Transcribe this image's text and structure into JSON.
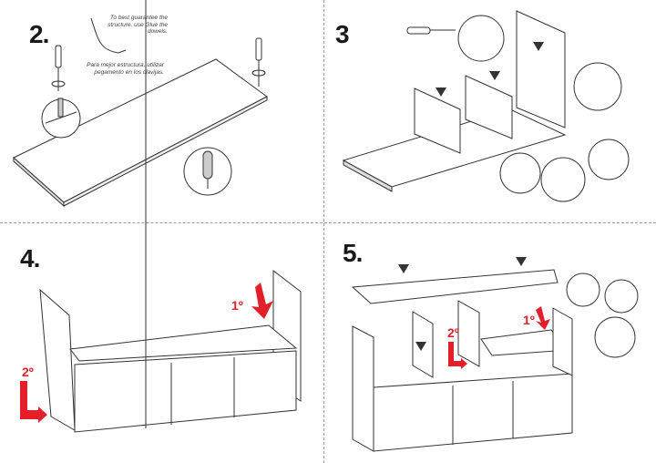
{
  "steps": [
    {
      "number": "2."
    },
    {
      "number": "3"
    },
    {
      "number": "4."
    },
    {
      "number": "5."
    }
  ],
  "step2_note": {
    "english": "To best guarantee the structure, use Glue the dowels.",
    "spanish": "Para mejor estructura, utilizar pegamento en los clavijas."
  },
  "order_labels": {
    "first": "1º",
    "second": "2º"
  },
  "colors": {
    "accent_red": "#e3202a",
    "line": "#333333"
  }
}
